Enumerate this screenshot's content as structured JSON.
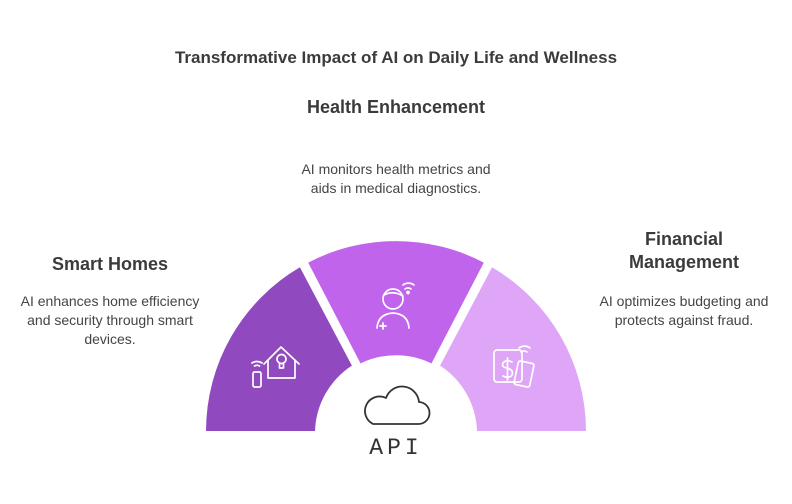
{
  "title": "Transformative Impact of AI on Daily Life and Wellness",
  "center": {
    "label": "API",
    "icon": "cloud-icon"
  },
  "segments": [
    {
      "heading": "Smart Homes",
      "description": "AI enhances home efficiency and security through smart devices.",
      "icon": "smart-home-icon",
      "color": "#9149bf"
    },
    {
      "heading": "Health Enhancement",
      "description": "AI monitors health metrics and aids in medical diagnostics.",
      "icon": "health-person-icon",
      "color": "#c164ec"
    },
    {
      "heading": "Financial Management",
      "description": "AI optimizes budgeting and protects against fraud.",
      "icon": "finance-wallet-icon",
      "color": "#dfa5f7"
    }
  ]
}
